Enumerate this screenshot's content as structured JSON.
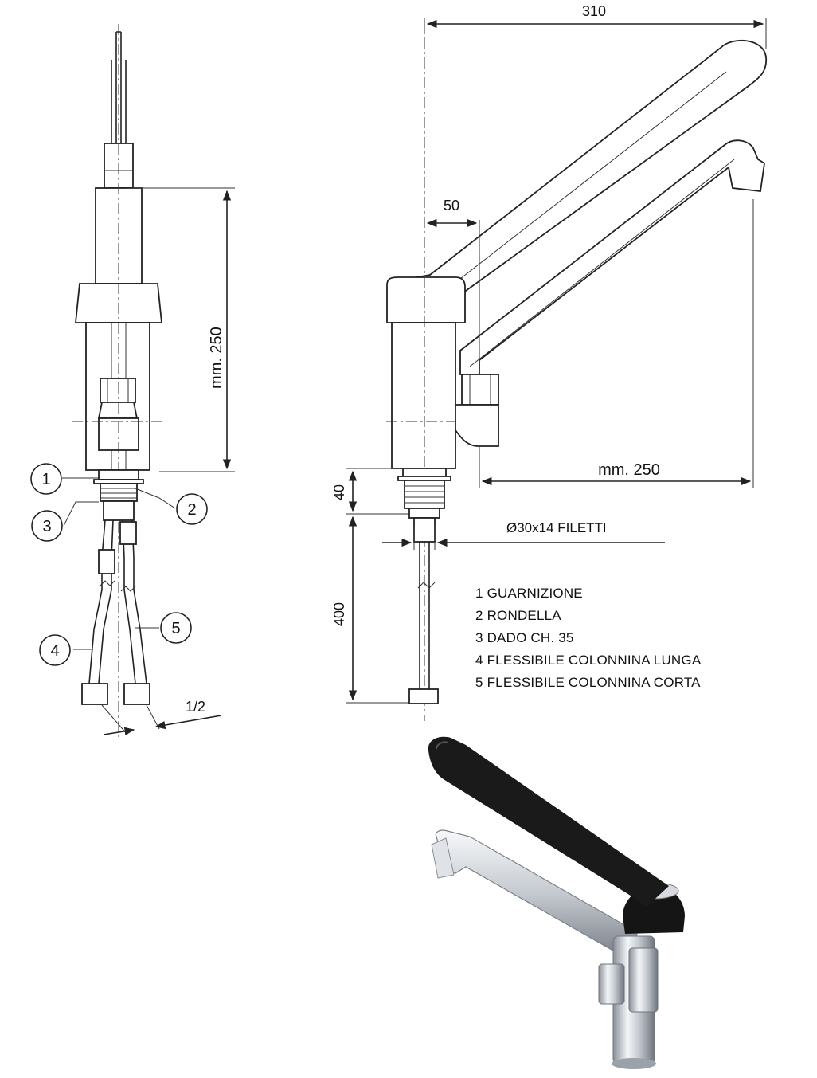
{
  "dimensions": {
    "side_height": "mm. 250",
    "spout_width": "310",
    "offset": "50",
    "spout_reach": "mm. 250",
    "stem": "40",
    "hose": "400",
    "thread": "Ø30x14 FILETTI",
    "connector": "1/2"
  },
  "callouts": [
    "1",
    "2",
    "3",
    "4",
    "5"
  ],
  "legend": [
    "1 GUARNIZIONE",
    "2 RONDELLA",
    "3 DADO CH. 35",
    "4 FLESSIBILE COLONNINA LUNGA",
    "5 FLESSIBILE COLONNINA CORTA"
  ],
  "colors": {
    "line": "#222222",
    "handle": "#1a1a1a",
    "chrome_light": "#f4f6f8",
    "chrome_dark": "#8a9098"
  }
}
